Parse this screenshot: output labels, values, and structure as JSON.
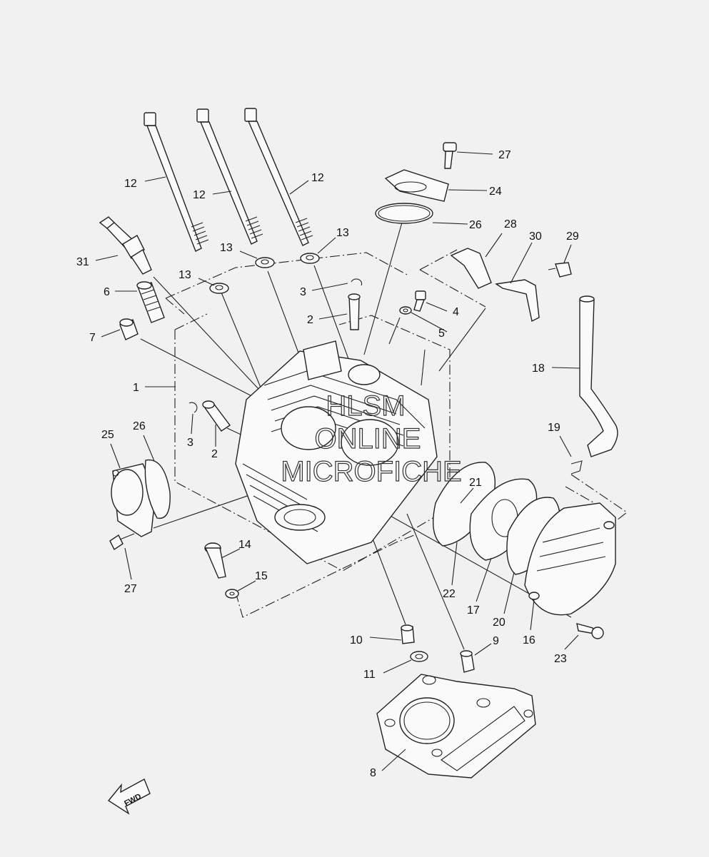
{
  "watermark": {
    "line1": "HLSM",
    "line2": "ONLINE",
    "line3": "MICROFICHE"
  },
  "fwd_label": "FWD",
  "labels": {
    "l1": "1",
    "l2a": "2",
    "l2b": "2",
    "l3a": "3",
    "l3b": "3",
    "l4": "4",
    "l5": "5",
    "l6": "6",
    "l7": "7",
    "l8": "8",
    "l9": "9",
    "l10": "10",
    "l11": "11",
    "l12a": "12",
    "l12b": "12",
    "l12c": "12",
    "l13a": "13",
    "l13b": "13",
    "l13c": "13",
    "l14": "14",
    "l15": "15",
    "l16": "16",
    "l17": "17",
    "l18": "18",
    "l19": "19",
    "l20": "20",
    "l21": "21",
    "l22": "22",
    "l23": "23",
    "l24": "24",
    "l25": "25",
    "l26a": "26",
    "l26b": "26",
    "l27a": "27",
    "l27b": "27",
    "l28": "28",
    "l29": "29",
    "l30": "30",
    "l31": "31"
  }
}
